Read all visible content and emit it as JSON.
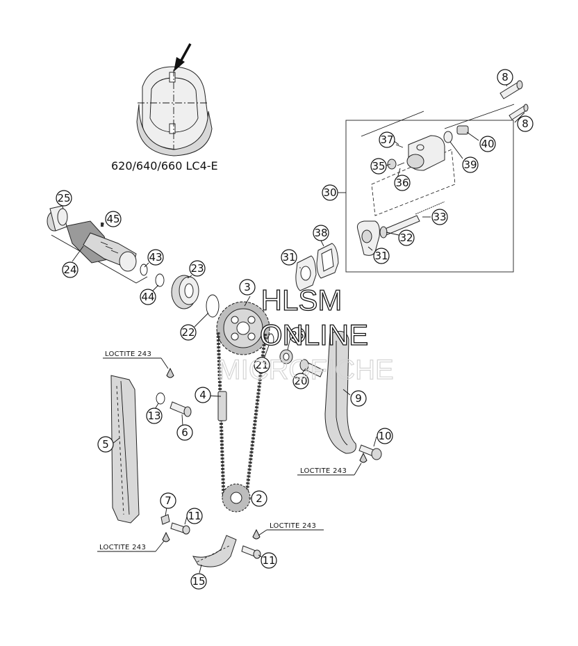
{
  "diagram": {
    "variant_label": "620/640/660 LC4-E",
    "loctite_label": "LOCTITE 243",
    "callouts": [
      "8",
      "8",
      "37",
      "40",
      "35",
      "36",
      "39",
      "30",
      "33",
      "32",
      "31",
      "25",
      "45",
      "38",
      "31",
      "24",
      "43",
      "23",
      "3",
      "44",
      "22",
      "26",
      "21",
      "20",
      "9",
      "4",
      "13",
      "6",
      "5",
      "10",
      "2",
      "7",
      "11",
      "11",
      "15"
    ],
    "watermark": {
      "line1": "HLSM",
      "line2": "ONLINE",
      "line3": "MICROFICHE"
    }
  }
}
